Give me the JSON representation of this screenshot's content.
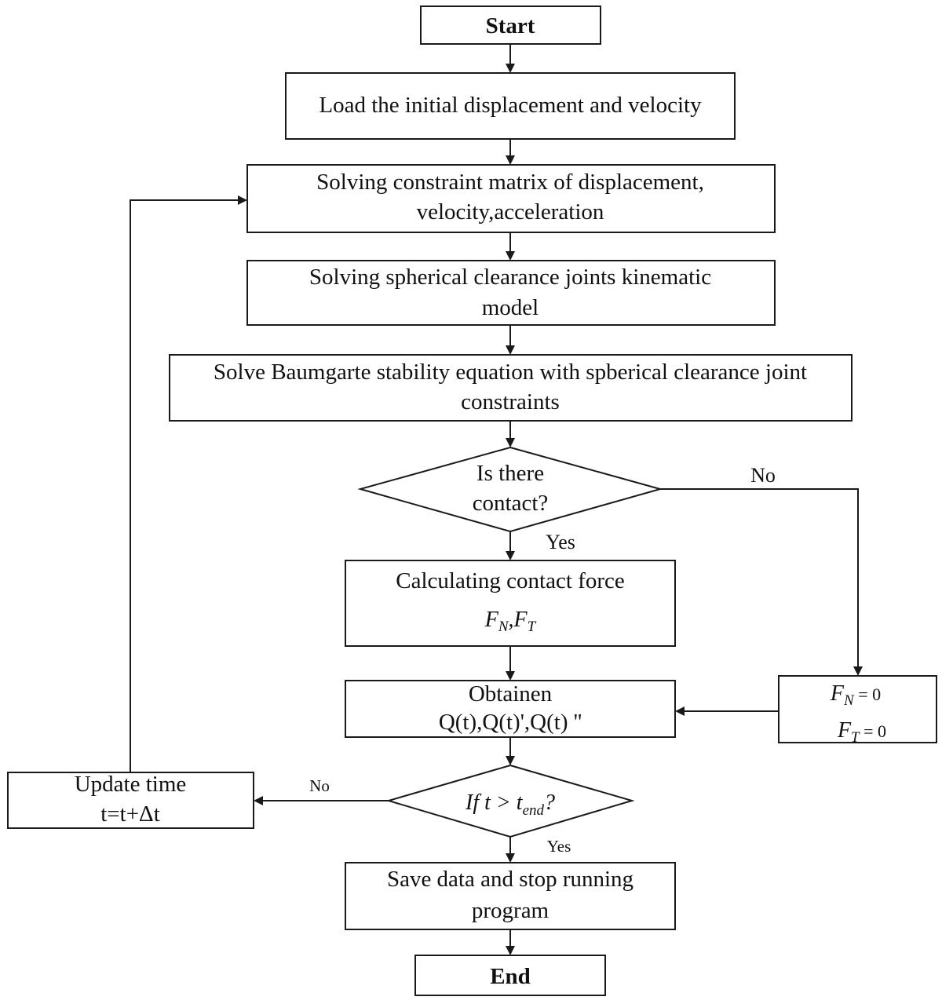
{
  "nodes": {
    "start": "Start",
    "load": "Load the initial displacement and velocity",
    "solve_constraint": [
      "Solving constraint matrix of displacement,",
      "velocity,acceleration"
    ],
    "solve_kinematic": [
      "Solving spherical clearance  joints kinematic",
      "model"
    ],
    "baumgarte": [
      "Solve Baumgarte stability equation with spberical clearance joint",
      "constraints"
    ],
    "contact_decision": [
      "Is there",
      "contact?"
    ],
    "calc_force": {
      "line1": "Calculating contact force",
      "formula": {
        "f1": "F",
        "s1": "N",
        "comma": ",",
        "f2": "F",
        "s2": "T"
      }
    },
    "zero_force": {
      "fn": {
        "f": "F",
        "s": "N",
        "rhs": " = 0"
      },
      "ft": {
        "f": "F",
        "s": "T",
        "rhs": " = 0"
      }
    },
    "obtain": [
      "Obtainen",
      "Q(t),Q(t)',Q(t) ''"
    ],
    "time_decision": {
      "pre": "If  t > t",
      "sub": "end",
      "post": "?"
    },
    "update_time": [
      "Update time",
      "t=t+Δt"
    ],
    "save": [
      "Save data and stop running",
      "program"
    ],
    "end": "End"
  },
  "edge_labels": {
    "contact_no": "No",
    "contact_yes": "Yes",
    "time_no": "No",
    "time_yes": "Yes"
  },
  "colors": {
    "line": "#1a1a1a",
    "text": "#111111",
    "background": "#ffffff"
  }
}
